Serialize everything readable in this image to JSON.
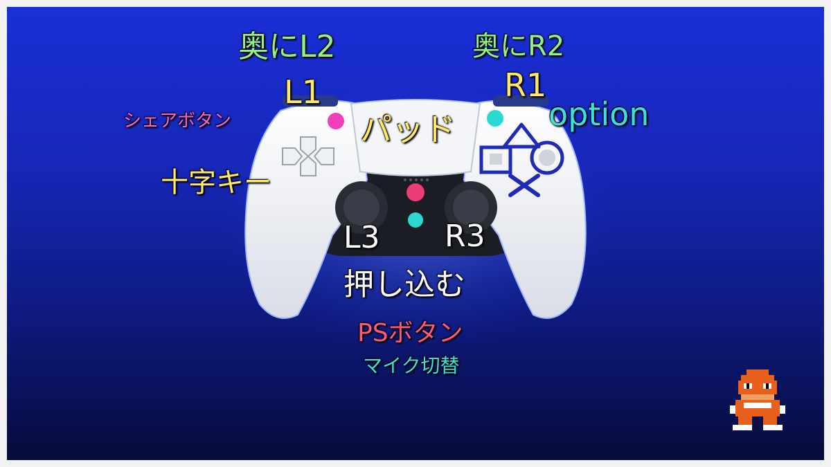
{
  "labels": {
    "back_l2": "奥にL2",
    "back_r2": "奥にR2",
    "l1": "L1",
    "r1": "R1",
    "share": "シェアボタン",
    "option": "option",
    "pad": "パッド",
    "dpad": "十字キー",
    "l3": "L3",
    "r3": "R3",
    "press": "押し込む",
    "ps": "PSボタン",
    "mic": "マイク切替"
  },
  "colors": {
    "green": "#8ff28a",
    "yellow": "#ffe86a",
    "pink": "#ff63c8",
    "cyan": "#3ee0d8",
    "white": "#ffffff",
    "red": "#ff5a7a",
    "marker_pink": "#f040b8",
    "marker_cyan": "#2ad9d2",
    "marker_ps": "#ee3c76",
    "symbol_stroke": "#1f2bb5"
  },
  "icons": [
    "controller",
    "dpad-icon",
    "triangle-icon",
    "circle-icon",
    "square-icon",
    "cross-icon",
    "mascot-icon"
  ]
}
